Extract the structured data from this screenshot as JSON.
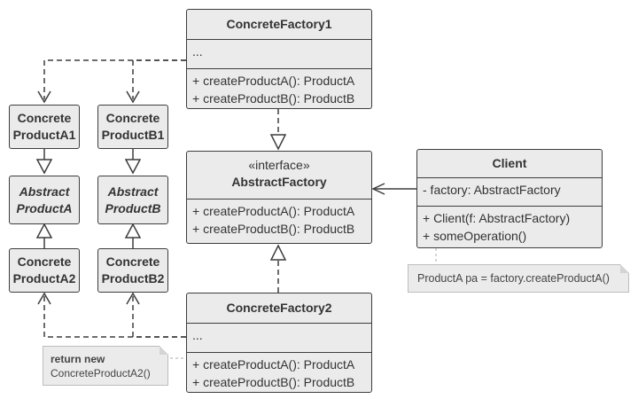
{
  "concrete_factory_1": {
    "name": "ConcreteFactory1",
    "fields": "...",
    "methods": [
      "+ createProductA(): ProductA",
      "+ createProductB(): ProductB"
    ]
  },
  "abstract_factory": {
    "stereotype": "«interface»",
    "name": "AbstractFactory",
    "methods": [
      "+ createProductA(): ProductA",
      "+ createProductB(): ProductB"
    ]
  },
  "concrete_factory_2": {
    "name": "ConcreteFactory2",
    "fields": "...",
    "methods": [
      "+ createProductA(): ProductA",
      "+ createProductB(): ProductB"
    ]
  },
  "client": {
    "name": "Client",
    "fields": "- factory: AbstractFactory",
    "methods": [
      "+ Client(f: AbstractFactory)",
      "+ someOperation()"
    ]
  },
  "products": {
    "a1": [
      "Concrete",
      "ProductA1"
    ],
    "b1": [
      "Concrete",
      "ProductB1"
    ],
    "abstract_a": [
      "Abstract",
      "ProductA"
    ],
    "abstract_b": [
      "Abstract",
      "ProductB"
    ],
    "a2": [
      "Concrete",
      "ProductA2"
    ],
    "b2": [
      "Concrete",
      "ProductB2"
    ]
  },
  "notes": {
    "client": "ProductA pa = factory.createProductA()",
    "factory2_title": "return new",
    "factory2_body": "ConcreteProductA2()"
  }
}
